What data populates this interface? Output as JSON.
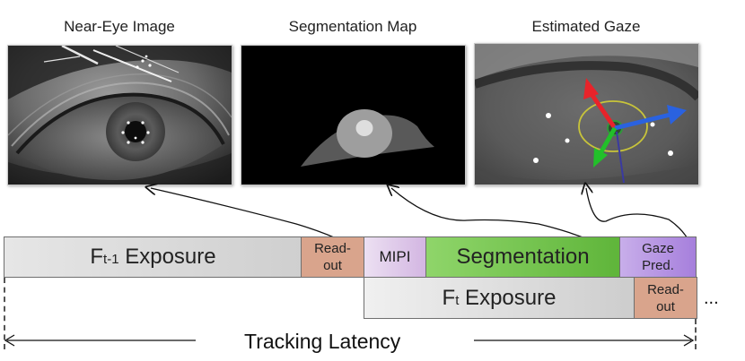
{
  "panels": {
    "near_eye": {
      "title": "Near-Eye Image"
    },
    "segmentation": {
      "title": "Segmentation Map"
    },
    "gaze": {
      "title": "Estimated Gaze"
    }
  },
  "timeline": {
    "row1": {
      "exposure_prefix": "F",
      "exposure_sub": "t-1",
      "exposure_suffix": " Exposure",
      "readout_line1": "Read-",
      "readout_line2": "out",
      "mipi": "MIPI",
      "segmentation": "Segmentation",
      "gaze_line1": "Gaze",
      "gaze_line2": "Pred."
    },
    "row2": {
      "exposure_prefix": "F",
      "exposure_sub": "t",
      "exposure_suffix": " Exposure",
      "readout_line1": "Read-",
      "readout_line2": "out"
    },
    "ellipsis": "...",
    "latency_label": "Tracking Latency"
  },
  "colors": {
    "readout": "#d9a48c",
    "mipi": "#d9bde6",
    "segmentation": "#6fc24a",
    "gaze_pred": "#b48ee0",
    "exposure_gray": "#d4d4d4",
    "gaze_arrow_red": "#e8232a",
    "gaze_arrow_green": "#22c02a",
    "gaze_arrow_blue": "#2a62e0",
    "gaze_ellipse": "#c8c43a"
  }
}
